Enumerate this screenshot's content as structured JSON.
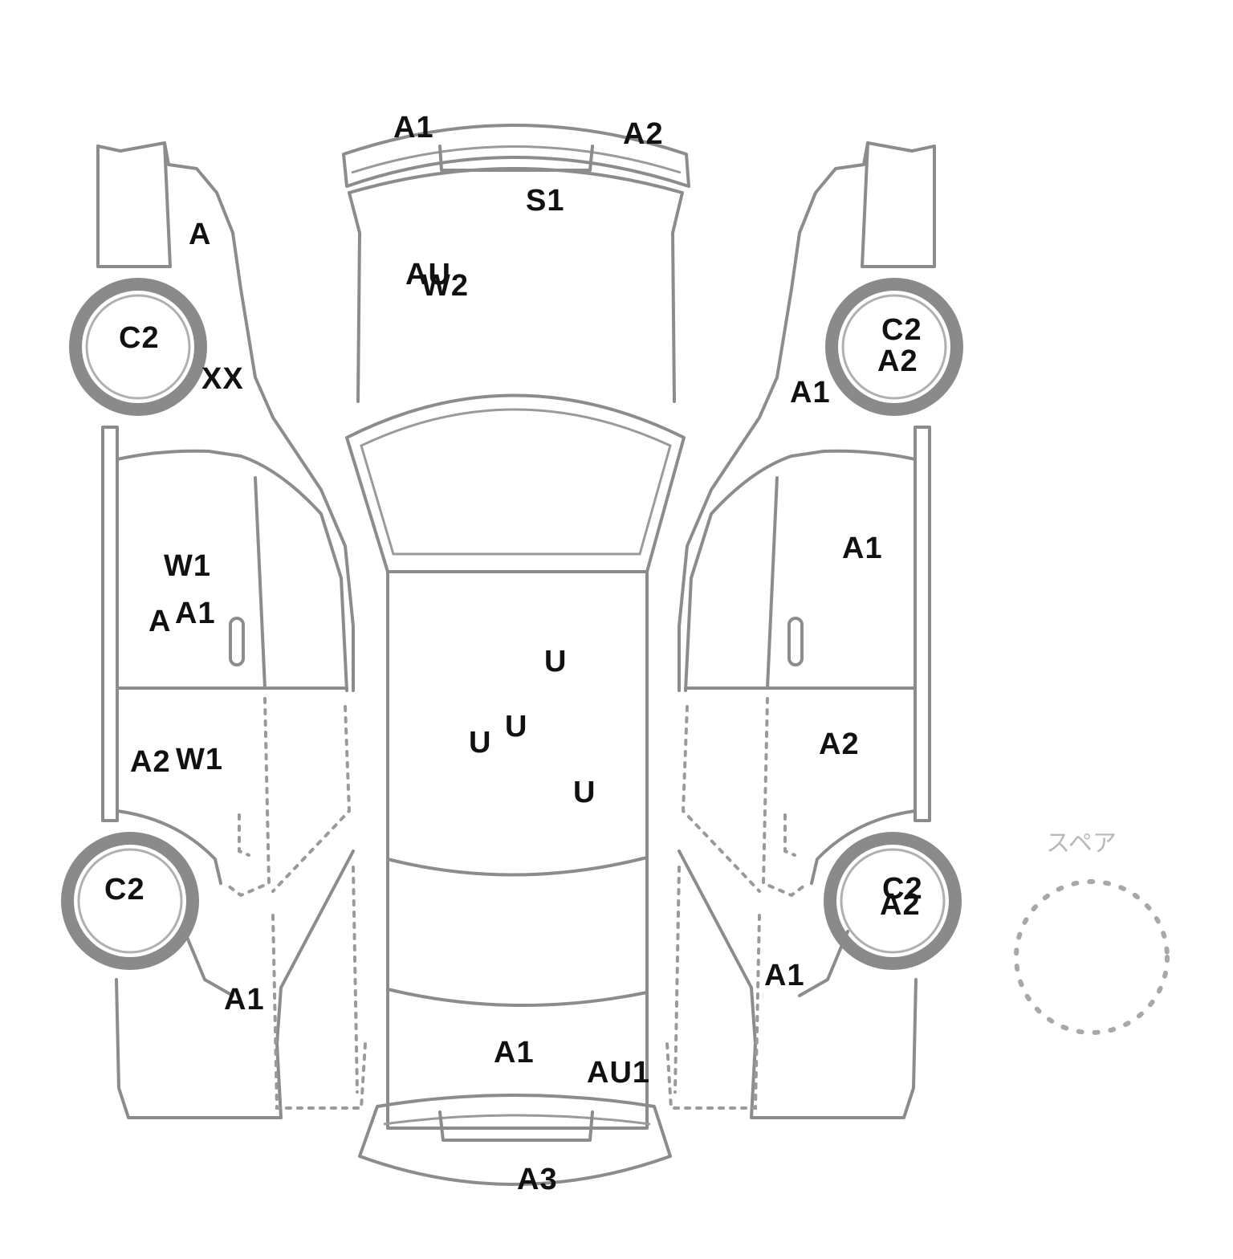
{
  "spare_label": "スペア",
  "damage_marks": [
    {
      "code": "A1"
    },
    {
      "code": "A2"
    },
    {
      "code": "S1"
    },
    {
      "code": "AU"
    },
    {
      "code": "W2"
    },
    {
      "code": "A"
    },
    {
      "code": "C2"
    },
    {
      "code": "XX"
    },
    {
      "code": "W1"
    },
    {
      "code": "A"
    },
    {
      "code": "A1"
    },
    {
      "code": "A2"
    },
    {
      "code": "W1"
    },
    {
      "code": "C2"
    },
    {
      "code": "A1"
    },
    {
      "code": "C2"
    },
    {
      "code": "A2"
    },
    {
      "code": "A1"
    },
    {
      "code": "A1"
    },
    {
      "code": "A2"
    },
    {
      "code": "C2"
    },
    {
      "code": "A2"
    },
    {
      "code": "A1"
    },
    {
      "code": "U"
    },
    {
      "code": "U"
    },
    {
      "code": "U"
    },
    {
      "code": "U"
    },
    {
      "code": "A1"
    },
    {
      "code": "AU1"
    },
    {
      "code": "A3"
    }
  ]
}
